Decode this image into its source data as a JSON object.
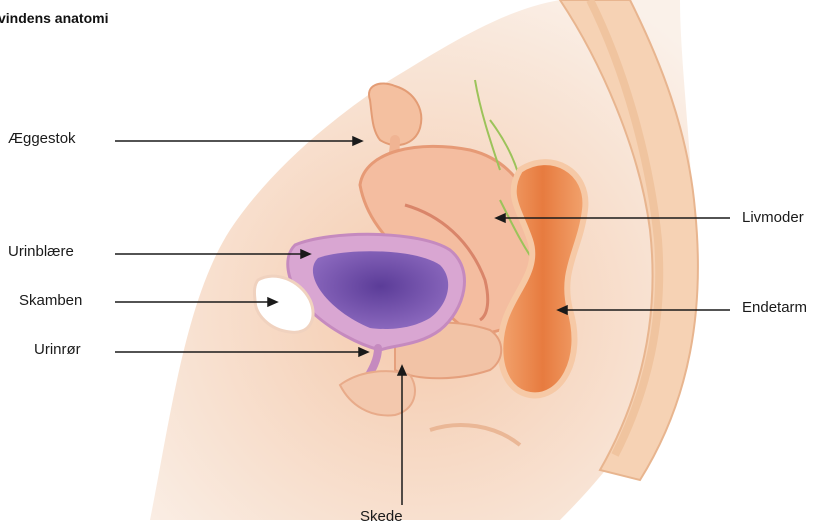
{
  "title": "vindens anatomi",
  "labels": {
    "aeggestok": "Æggestok",
    "urinblaere": "Urinblære",
    "skamben": "Skamben",
    "urinroer": "Urinrør",
    "livmoder": "Livmoder",
    "endetarm": "Endetarm",
    "skede": "Skede"
  },
  "colors": {
    "skin": "#f6dcc8",
    "tissue": "#eeb48e",
    "organ": "#e89a6c",
    "uterus": "#f2b898",
    "bladder_wall": "#d9a6d2",
    "bladder_inner": "#6a4aa0",
    "rectum": "#e8844a",
    "bone": "#ffffff",
    "vessel": "#9cc35a",
    "leader_line": "#1a1a1a"
  }
}
